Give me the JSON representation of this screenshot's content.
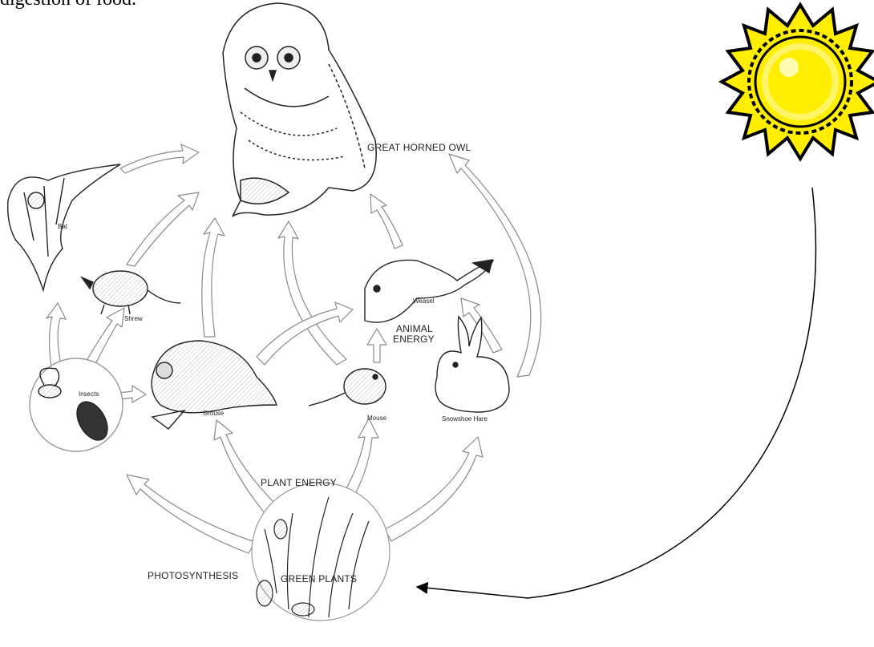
{
  "caption": "digestion of food.",
  "labels": {
    "owl": "GREAT HORNED OWL",
    "bat": "Bat",
    "shrew": "Shrew",
    "insects": "Insects",
    "grouse": "Grouse",
    "mouse": "Mouse",
    "weasel": "Weasel",
    "hare": "Snowshoe Hare",
    "animal_energy_1": "ANIMAL",
    "animal_energy_2": "ENERGY",
    "plant_energy": "PLANT ENERGY",
    "photosynthesis": "PHOTOSYNTHESIS",
    "green_plants": "GREEN PLANTS"
  },
  "colors": {
    "sun_fill": "#ffee00",
    "sun_edge": "#d8c000",
    "sun_outline": "#000000",
    "arrow_stroke": "#8a8a8a",
    "line": "#000000"
  },
  "icons": {
    "sun": "sun-icon",
    "owl": "owl-icon",
    "bat": "bat-icon",
    "shrew": "shrew-icon",
    "insects": "insects-icon",
    "grouse": "grouse-icon",
    "mouse": "mouse-icon",
    "weasel": "weasel-icon",
    "hare": "hare-icon",
    "plants": "plants-icon"
  }
}
